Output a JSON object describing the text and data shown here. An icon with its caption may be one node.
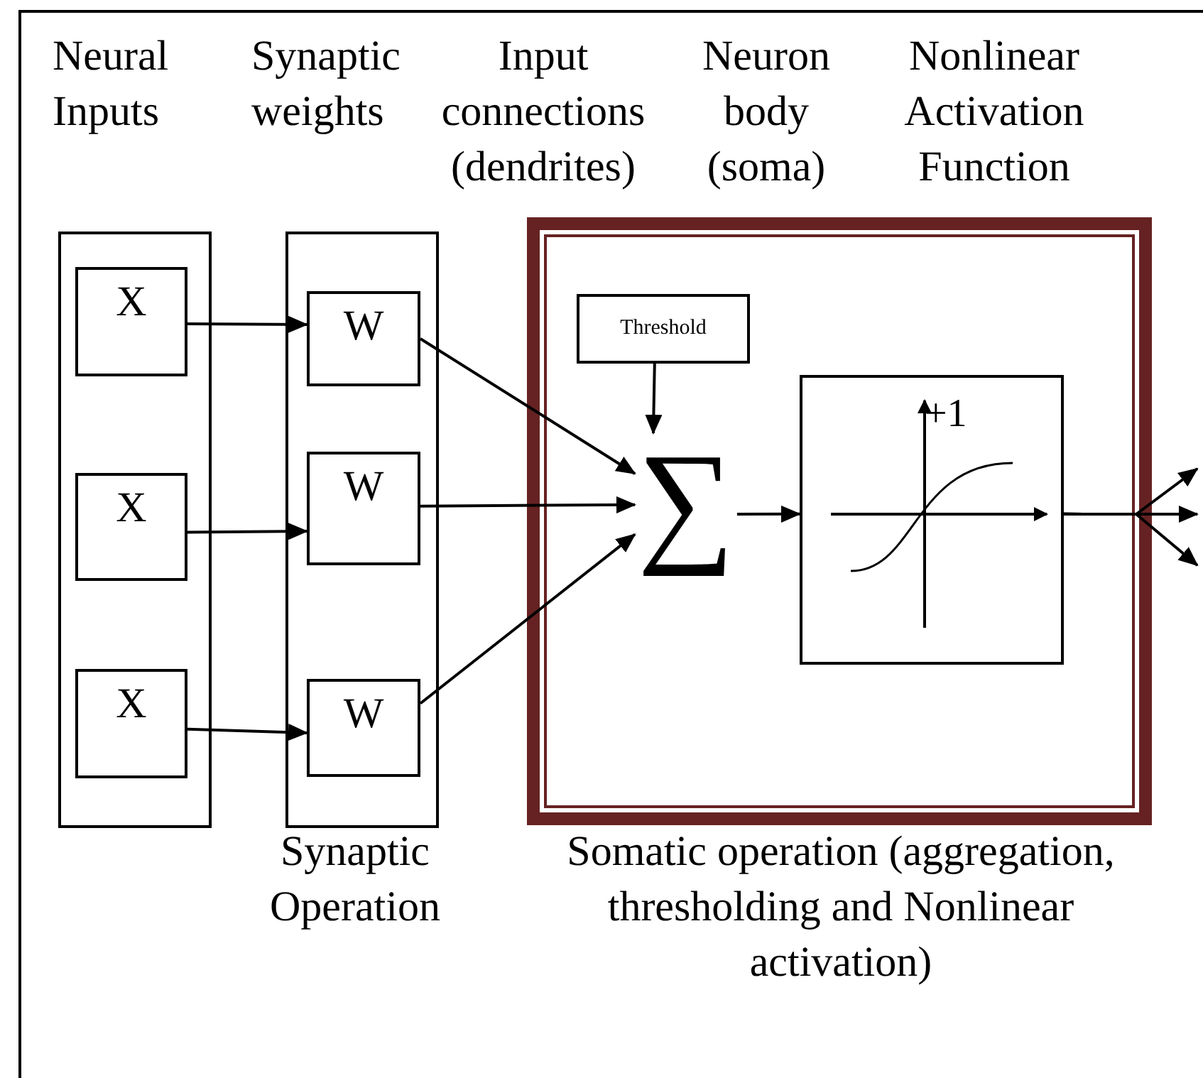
{
  "diagram": {
    "nodes": [
      {
        "text": [],
        "shape": "box"
      },
      {
        "text": [
          "X"
        ],
        "in": 0
      },
      {
        "text": [
          "X"
        ],
        "in": 0
      },
      {
        "text": [
          "X"
        ],
        "in": 0
      },
      {
        "text": [],
        "shape": "box"
      },
      {
        "text": [
          "W"
        ],
        "in": 4
      },
      {
        "text": [
          "W"
        ],
        "in": 4
      },
      {
        "text": [
          "W"
        ],
        "in": 4
      },
      {
        "text": [],
        "shape": "box"
      },
      {
        "text": [
          "Threshold"
        ],
        "in": 8
      },
      {
        "text": [
          "∑"
        ],
        "in": 8
      },
      {
        "text": [
          "+1"
        ],
        "in": 8
      }
    ],
    "edges": [
      {
        "from": 1,
        "to": 5,
        "arrow": "to"
      },
      {
        "from": 2,
        "to": 6,
        "arrow": "to"
      },
      {
        "from": 3,
        "to": 7,
        "arrow": "to"
      },
      {
        "from": 5,
        "to": 10,
        "arrow": "to"
      },
      {
        "from": 6,
        "to": 10,
        "arrow": "to"
      },
      {
        "from": 7,
        "to": 10,
        "arrow": "to"
      },
      {
        "from": 9,
        "to": 10,
        "arrow": "to"
      },
      {
        "from": 10,
        "to": 11,
        "arrow": "to"
      },
      {
        "from": 11,
        "to": null,
        "arrow": "to"
      },
      {
        "from": 11,
        "to": null,
        "arrow": "to"
      },
      {
        "from": 11,
        "to": null,
        "arrow": "to"
      }
    ],
    "labels": [
      "Neural Inputs",
      "Synaptic weights",
      "Input connections (dendrites)",
      "Neuron body (soma)",
      "Nonlinear Activation Function",
      "Synaptic Operation",
      "Somatic operation (aggregation, thresholding and Nonlinear activation)"
    ]
  }
}
